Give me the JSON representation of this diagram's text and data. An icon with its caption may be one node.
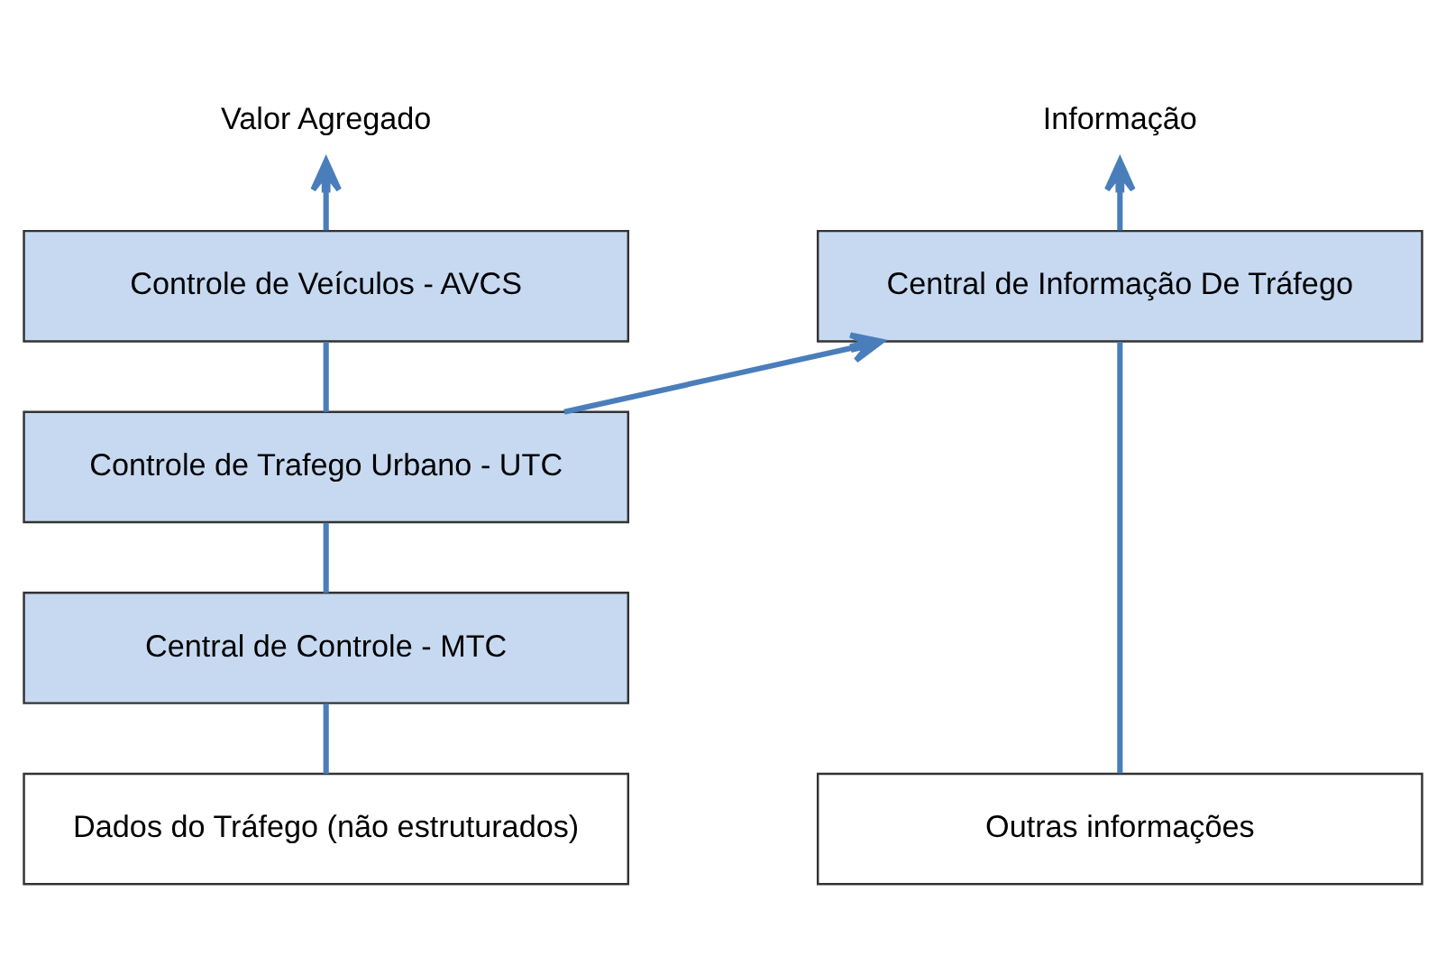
{
  "diagram": {
    "nodes": [
      {
        "text": [
          "Valor Agregado"
        ]
      },
      {
        "text": [
          "Controle de Veículos - AVCS"
        ]
      },
      {
        "text": [
          "Controle de Trafego Urbano - UTC"
        ]
      },
      {
        "text": [
          "Central de Controle - MTC"
        ]
      },
      {
        "text": [
          "Dados do Tráfego (não estruturados)"
        ]
      },
      {
        "text": [
          "Informação"
        ]
      },
      {
        "text": [
          "Central de Informação De Tráfego"
        ]
      },
      {
        "text": [
          "Outras informações"
        ]
      }
    ],
    "edges": [
      {
        "from": 4,
        "to": 3,
        "arrow": "none"
      },
      {
        "from": 3,
        "to": 2,
        "arrow": "none"
      },
      {
        "from": 2,
        "to": 1,
        "arrow": "none"
      },
      {
        "from": 1,
        "to": 0,
        "arrow": "to"
      },
      {
        "from": 2,
        "to": 6,
        "arrow": "to"
      },
      {
        "from": 7,
        "to": 6,
        "arrow": "none"
      },
      {
        "from": 6,
        "to": 5,
        "arrow": "to"
      }
    ]
  }
}
